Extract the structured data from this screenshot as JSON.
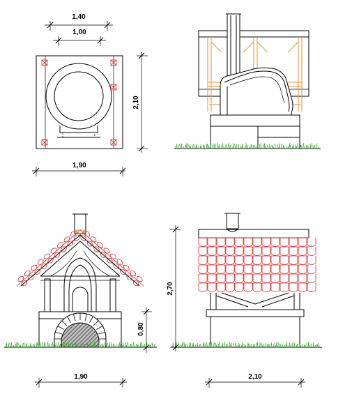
{
  "drawing": {
    "title": "",
    "accent_colors": {
      "line": "#000000",
      "timber": "#e8922e",
      "tile": "#d42a2a",
      "ground": "#3aa62f",
      "hatch": "#555555"
    }
  },
  "views": {
    "plan": {
      "dims": {
        "top_outer": "1,40",
        "top_inner": "1,00",
        "right": "2,10",
        "bottom": "1,90"
      }
    },
    "section": {},
    "front": {
      "dims": {
        "right": "0,80",
        "bottom": "1,90"
      }
    },
    "side": {
      "dims": {
        "left": "2,70",
        "bottom": "2,10"
      }
    }
  }
}
